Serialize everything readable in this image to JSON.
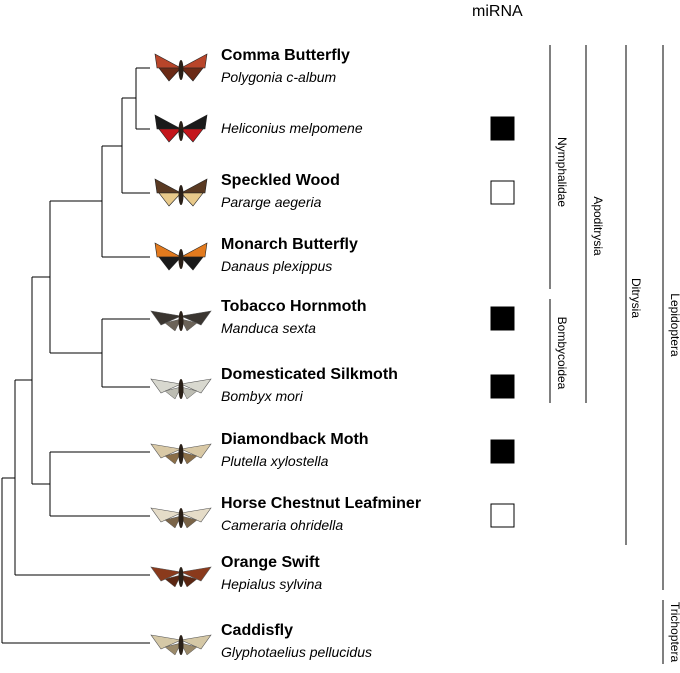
{
  "header": "miRNA",
  "colors": {
    "filled": "#000000",
    "empty": "#ffffff",
    "line": "#000000"
  },
  "taxa": [
    {
      "common": "Comma Butterfly",
      "scientific": "Polygonia c-album",
      "icon": "comma-butterfly-image",
      "mirna": "none"
    },
    {
      "common": "",
      "scientific": "Heliconius melpomene",
      "icon": "heliconius-butterfly-image",
      "mirna": "filled"
    },
    {
      "common": "Speckled Wood",
      "scientific": "Pararge aegeria",
      "icon": "speckled-wood-butterfly-image",
      "mirna": "empty"
    },
    {
      "common": "Monarch Butterfly",
      "scientific": "Danaus plexippus",
      "icon": "monarch-butterfly-image",
      "mirna": "none"
    },
    {
      "common": "Tobacco Hornmoth",
      "scientific": "Manduca sexta",
      "icon": "hornmoth-image",
      "mirna": "filled"
    },
    {
      "common": "Domesticated Silkmoth",
      "scientific": "Bombyx mori",
      "icon": "silkmoth-image",
      "mirna": "filled"
    },
    {
      "common": "Diamondback Moth",
      "scientific": "Plutella xylostella",
      "icon": "diamondback-moth-image",
      "mirna": "filled"
    },
    {
      "common": "Horse Chestnut Leafminer",
      "scientific": "Cameraria ohridella",
      "icon": "leafminer-moth-image",
      "mirna": "empty"
    },
    {
      "common": "Orange Swift",
      "scientific": "Hepialus sylvina",
      "icon": "orange-swift-moth-image",
      "mirna": "none"
    },
    {
      "common": "Caddisfly",
      "scientific": "Glyphotaelius pellucidus",
      "icon": "caddisfly-image",
      "mirna": "none"
    }
  ],
  "groups": [
    {
      "label": "Nymphalidae"
    },
    {
      "label": "Bombycoidea"
    },
    {
      "label": "Apoditrysia"
    },
    {
      "label": "Ditrysia"
    },
    {
      "label": "Lepidoptera"
    },
    {
      "label": "Trichoptera"
    }
  ]
}
